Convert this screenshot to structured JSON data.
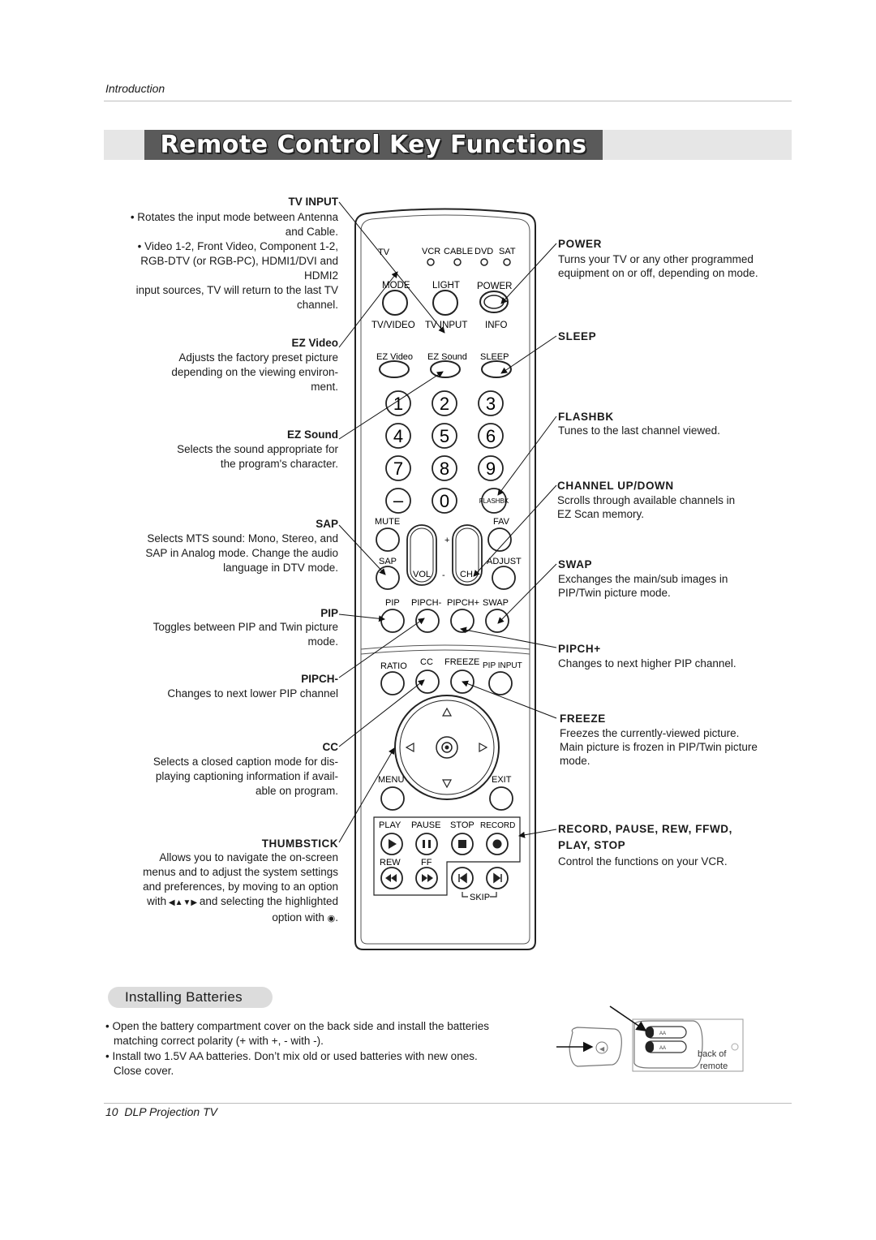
{
  "header": {
    "section": "Introduction"
  },
  "title": "Remote Control Key Functions",
  "left_callouts": [
    {
      "key": "tv-input",
      "title": "TV INPUT",
      "lines": [
        "• Rotates the input mode between Antenna",
        "and Cable.",
        "• Video 1-2, Front Video, Component 1-2,",
        "RGB-DTV (or RGB-PC), HDMI1/DVI and",
        "HDMI2",
        "input sources, TV will return to the last TV",
        "channel."
      ]
    },
    {
      "key": "ez-video",
      "title": "EZ Video",
      "lines": [
        "Adjusts the factory preset picture",
        "depending on the viewing environ-",
        "ment."
      ]
    },
    {
      "key": "ez-sound",
      "title": "EZ Sound",
      "lines": [
        "Selects the sound appropriate for",
        "the program's character."
      ]
    },
    {
      "key": "sap",
      "title": "SAP",
      "lines": [
        "Selects MTS sound: Mono, Stereo, and",
        "SAP in Analog mode. Change the audio",
        "language in DTV mode."
      ]
    },
    {
      "key": "pip",
      "title": "PIP",
      "lines": [
        "Toggles between PIP and Twin picture",
        "mode."
      ]
    },
    {
      "key": "pipch-minus",
      "title": "PIPCH-",
      "lines": [
        "Changes to next lower PIP channel"
      ]
    },
    {
      "key": "cc",
      "title": "CC",
      "lines": [
        "Selects a closed caption mode for dis-",
        "playing captioning information if avail-",
        "able on program."
      ]
    },
    {
      "key": "thumbstick",
      "title": "THUMBSTICK",
      "lines": [
        "Allows you to navigate the on-screen",
        "menus and to adjust the system settings",
        "and preferences, by moving to an option",
        "with",
        "and selecting the highlighted",
        "option with"
      ]
    }
  ],
  "right_callouts": [
    {
      "key": "power",
      "title": "POWER",
      "lines": [
        "Turns your TV or any other programmed",
        "equipment on or off, depending on mode."
      ]
    },
    {
      "key": "sleep",
      "title": "SLEEP",
      "lines": []
    },
    {
      "key": "flashbk",
      "title": "FLASHBK",
      "lines": [
        "Tunes to the last channel viewed."
      ]
    },
    {
      "key": "channel",
      "title": "CHANNEL UP/DOWN",
      "lines": [
        "Scrolls through available channels in",
        "EZ Scan memory."
      ]
    },
    {
      "key": "swap",
      "title": "SWAP",
      "lines": [
        "Exchanges the main/sub images in",
        "PIP/Twin picture mode."
      ]
    },
    {
      "key": "pipch-plus",
      "title": "PIPCH+",
      "lines": [
        "Changes to next higher PIP channel."
      ]
    },
    {
      "key": "freeze",
      "title": "FREEZE",
      "lines": [
        "Freezes the currently-viewed picture.",
        "Main picture is frozen in PIP/Twin picture",
        "mode."
      ]
    },
    {
      "key": "record",
      "title": "RECORD, PAUSE, REW, FFWD,",
      "title2": "PLAY, STOP",
      "lines": [
        "Control the functions on your VCR."
      ]
    }
  ],
  "remote": {
    "modes": [
      "TV",
      "VCR",
      "CABLE",
      "DVD",
      "SAT"
    ],
    "row1": [
      "MODE",
      "LIGHT",
      "POWER"
    ],
    "row2": [
      "TV/VIDEO",
      "TV INPUT",
      "INFO"
    ],
    "row3": [
      "EZ Video",
      "EZ Sound",
      "SLEEP"
    ],
    "digits": [
      "1",
      "2",
      "3",
      "4",
      "5",
      "6",
      "7",
      "8",
      "9",
      "–",
      "0"
    ],
    "flashbk": "FLASHBK",
    "mute": "MUTE",
    "fav": "FAV",
    "plus": "+",
    "minus": "-",
    "sap": "SAP",
    "adjust": "ADJUST",
    "vol": "VOL",
    "ch": "CH",
    "pip_row": [
      "PIP",
      "PIPCH-",
      "PIPCH+",
      "SWAP"
    ],
    "ratio_row": [
      "RATIO",
      "CC",
      "FREEZE",
      "PIP INPUT"
    ],
    "menu": "MENU",
    "exit": "EXIT",
    "vcr_top": [
      "PLAY",
      "PAUSE",
      "STOP",
      "RECORD"
    ],
    "vcr_bottom": [
      "REW",
      "FF"
    ],
    "skip": "SKIP"
  },
  "batteries": {
    "heading": "Installing Batteries",
    "bullets": [
      [
        "• Open the battery compartment cover on the back side and install the batteries",
        "matching correct polarity (+ with +, - with -)."
      ],
      [
        "• Install two 1.5V AA batteries. Don’t mix old or used batteries with new ones.",
        "Close cover."
      ]
    ],
    "image_label": [
      "back of",
      "remote"
    ],
    "battery_text": "AA"
  },
  "footer": {
    "page": "10",
    "product": "DLP Projection TV"
  }
}
